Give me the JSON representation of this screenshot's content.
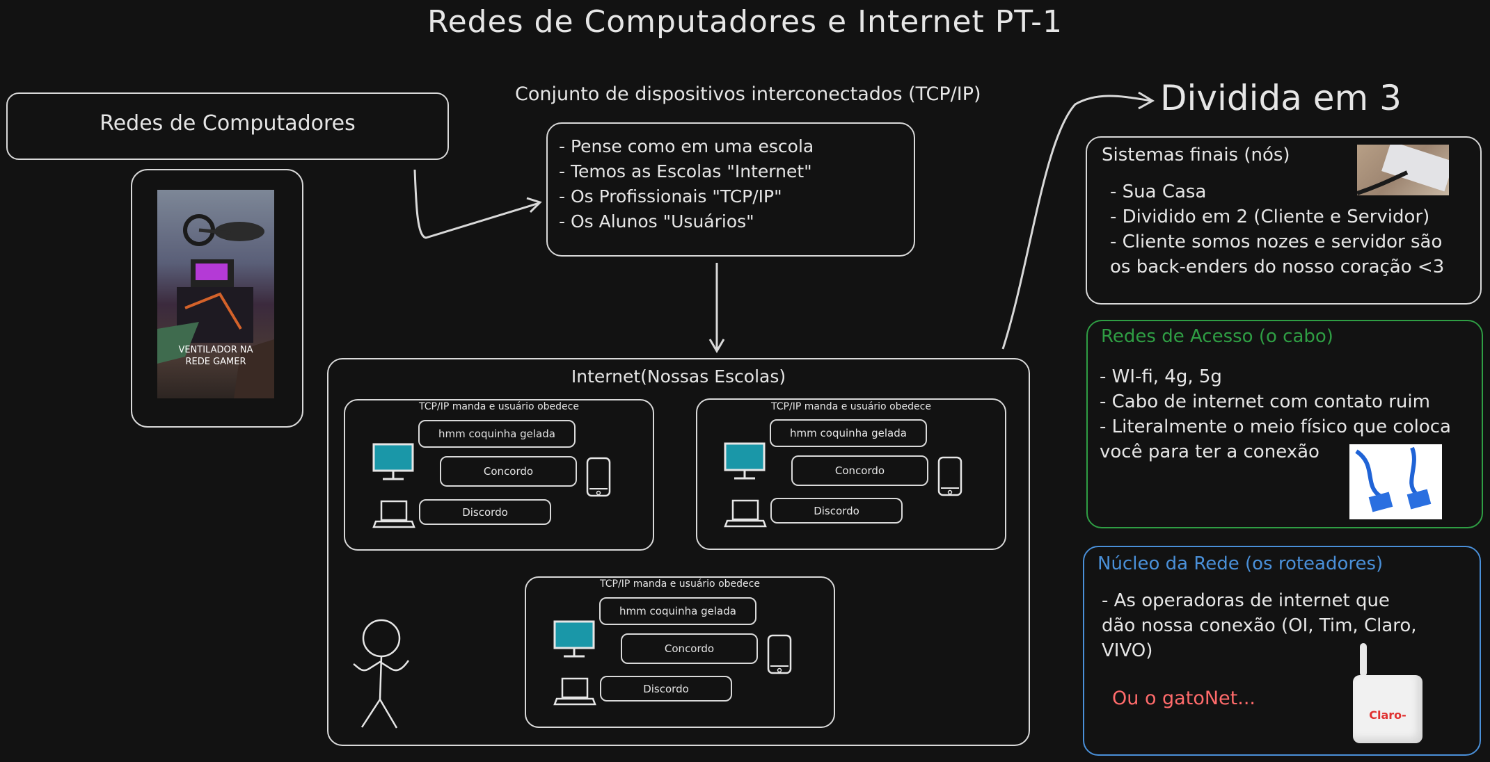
{
  "title": "Redes de Computadores e Internet PT-1",
  "redes_box_label": "Redes de Computadores",
  "photo_caption_line1": "VENTILADOR NA",
  "photo_caption_line2": "REDE GAMER",
  "definition": "Conjunto de dispositivos interconectados (TCP/IP)",
  "school_analogy": [
    "- Pense como em uma escola",
    "- Temos as Escolas \"Internet\"",
    "- Os Profissionais \"TCP/IP\"",
    "- Os Alunos \"Usuários\""
  ],
  "internet_box_title": "Internet(Nossas Escolas)",
  "school_panels": [
    {
      "title": "TCP/IP manda e usuário obedece",
      "message": "hmm coquinha gelada",
      "agree": "Concordo",
      "disagree": "Discordo"
    },
    {
      "title": "TCP/IP manda e usuário obedece",
      "message": "hmm coquinha gelada",
      "agree": "Concordo",
      "disagree": "Discordo"
    },
    {
      "title": "TCP/IP manda e usuário obedece",
      "message": "hmm coquinha gelada",
      "agree": "Concordo",
      "disagree": "Discordo"
    }
  ],
  "divided_heading": "Dividida em 3",
  "end_systems": {
    "title": "Sistemas finais (nós)",
    "lines": [
      "- Sua Casa",
      "- Dividido em 2 (Cliente e Servidor)",
      "- Cliente somos nozes e servidor são",
      "os back-enders do nosso coração <3"
    ]
  },
  "access_networks": {
    "title": "Redes de Acesso (o cabo)",
    "lines": [
      "- WI-fi, 4g, 5g",
      "- Cabo de internet com contato ruim",
      "- Literalmente o meio físico que coloca",
      "você para ter a conexão"
    ]
  },
  "network_core": {
    "title": "Núcleo da Rede (os roteadores)",
    "lines": [
      "- As operadoras de internet que",
      "dão nossa conexão (OI, Tim, Claro,",
      "VIVO)"
    ],
    "joke": "Ou o gatoNet...",
    "router_brand": "Claro-"
  },
  "colors": {
    "background": "#121212",
    "stroke": "#d9d9d9",
    "access_green": "#2f9e44",
    "core_blue": "#4a90d9",
    "joke_red": "#ff6b6b",
    "monitor_teal": "#1a97a8"
  }
}
